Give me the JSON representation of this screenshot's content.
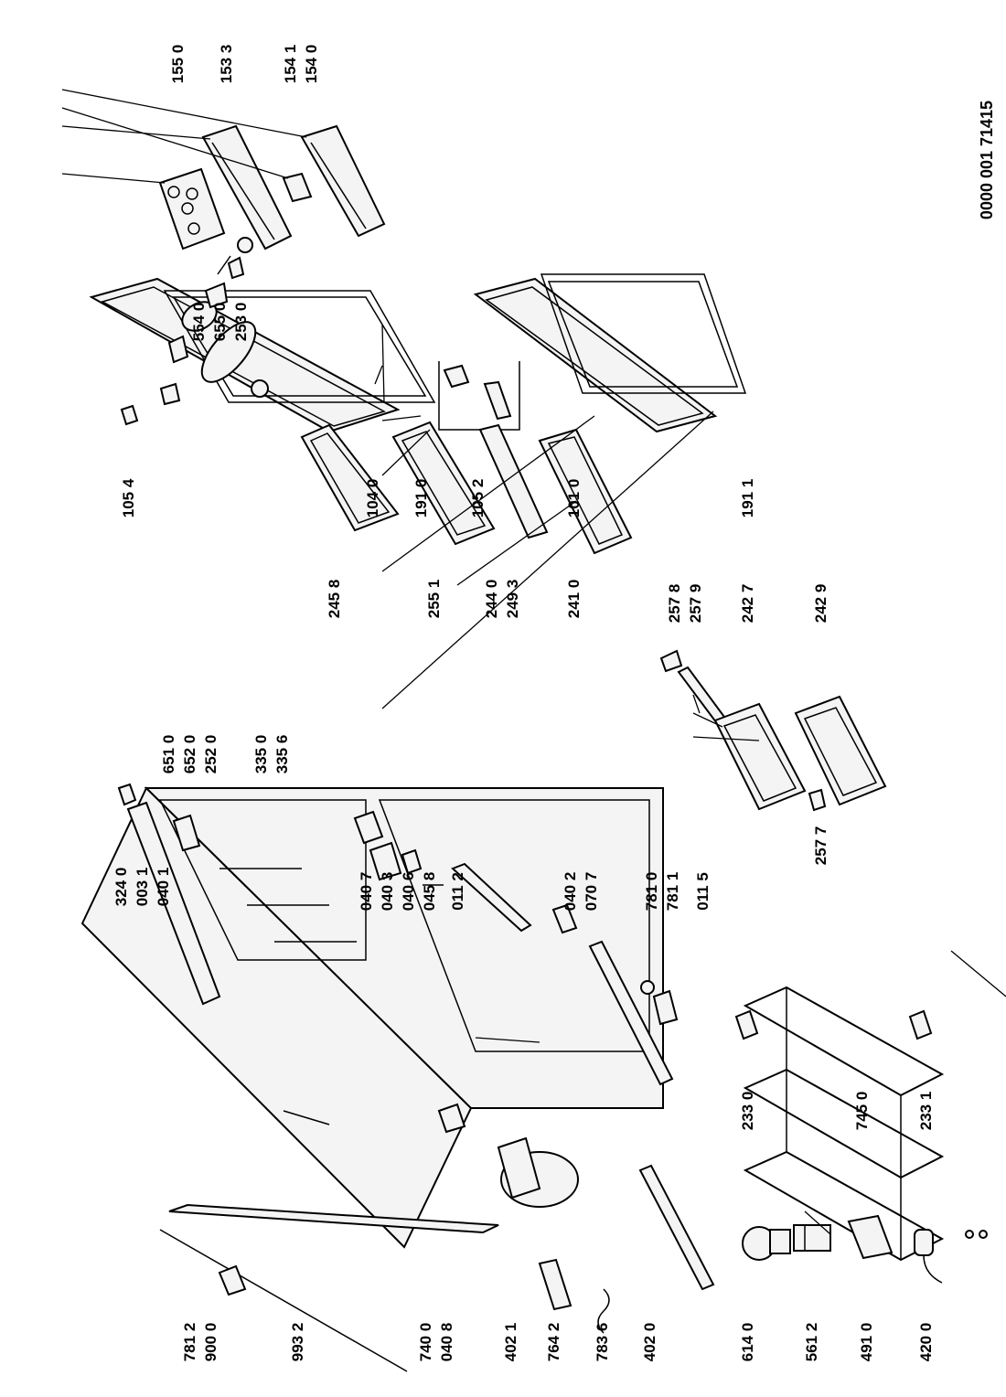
{
  "document_number": "0000 001 71415",
  "part_labels": [
    "155 0",
    "153 3",
    "154 1",
    "154 0",
    "105 4",
    "104 0",
    "191 0",
    "105 2",
    "101 0",
    "191 1",
    "554 0",
    "655 0",
    "253 0",
    "651 0",
    "652 0",
    "252 0",
    "335 0",
    "335 6",
    "245 8",
    "255 1",
    "244 0",
    "249 3",
    "241 0",
    "257 8",
    "257 9",
    "242 7",
    "242 9",
    "257 7",
    "324 0",
    "003 1",
    "040 1",
    "040 7",
    "040 3",
    "040 6",
    "045 8",
    "011 2",
    "040 2",
    "070 7",
    "781 0",
    "781 1",
    "011 5",
    "233 0",
    "745 0",
    "233 1",
    "781 2",
    "900 0",
    "993 2",
    "740 0",
    "040 8",
    "402 1",
    "764 2",
    "783 6",
    "402 0",
    "614 0",
    "561 2",
    "491 0",
    "420 0"
  ]
}
